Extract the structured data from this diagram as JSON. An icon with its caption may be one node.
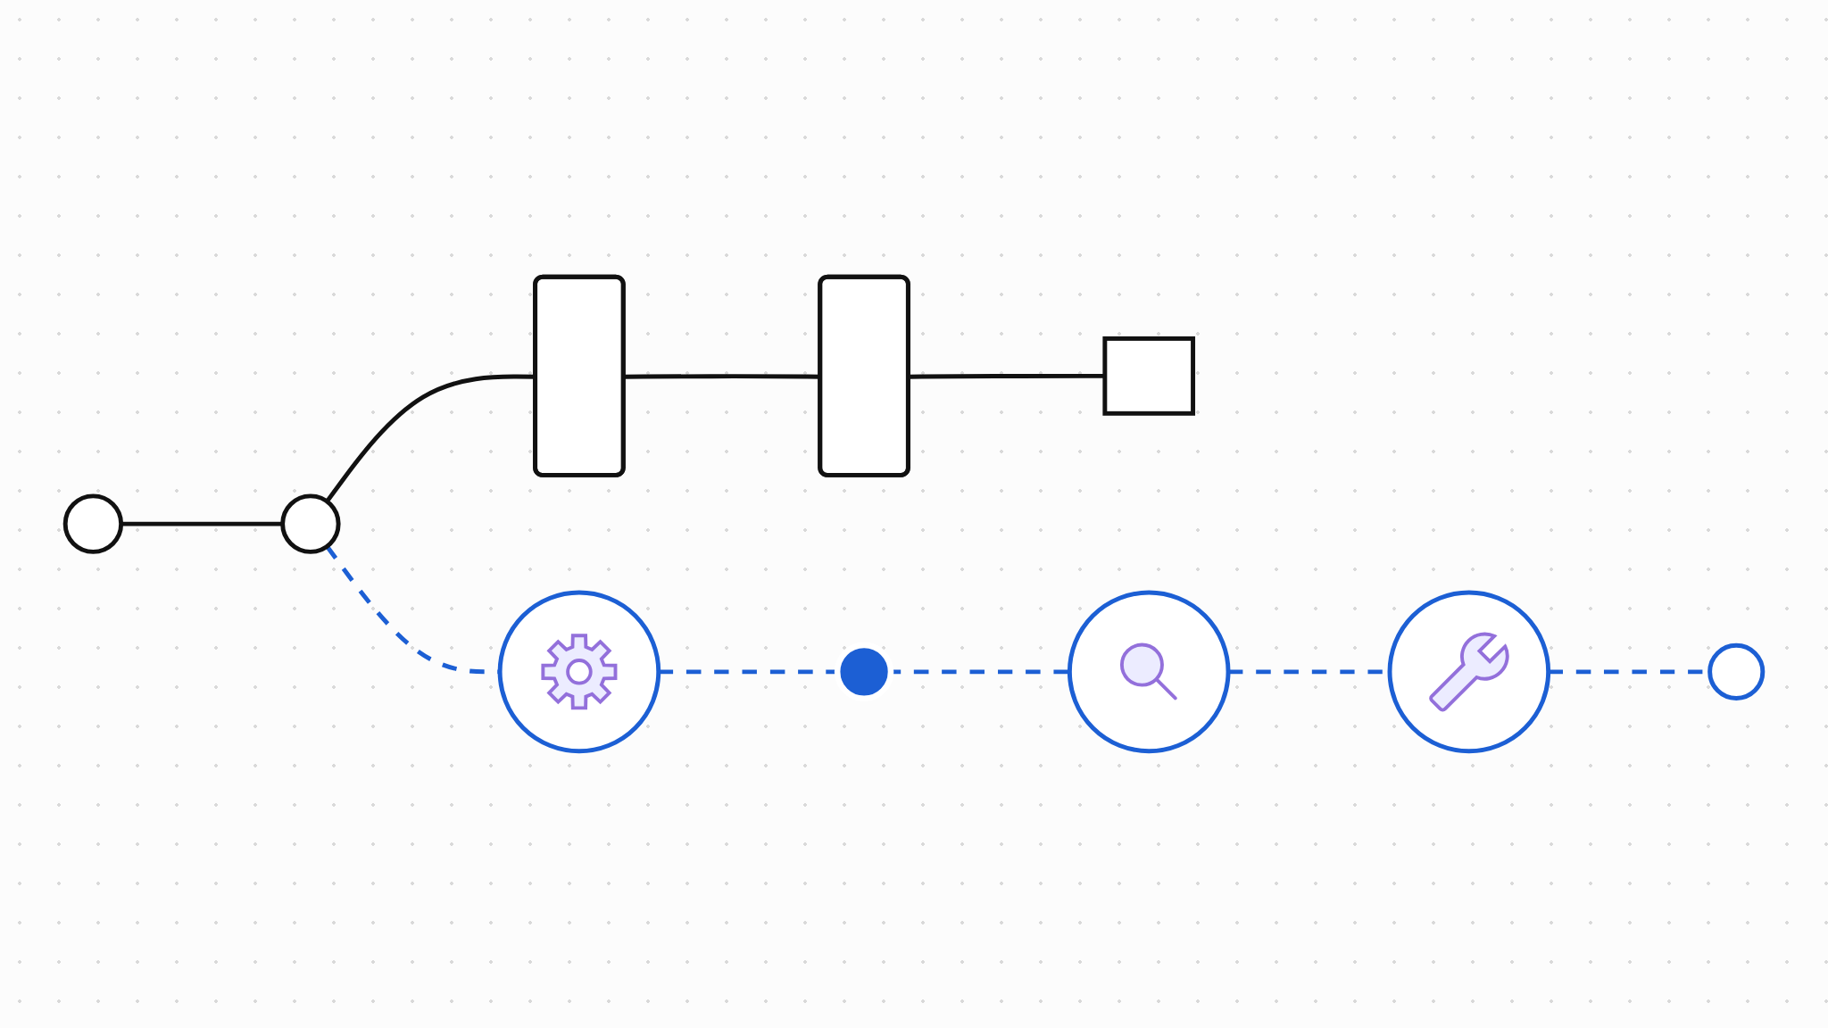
{
  "diagram": {
    "nodes": [
      {
        "text": [],
        "shape": "circle"
      },
      {
        "text": [],
        "shape": "circle"
      },
      {
        "text": [],
        "shape": "box"
      },
      {
        "text": [],
        "shape": "box"
      },
      {
        "text": [],
        "shape": "box"
      },
      {
        "text": [],
        "shape": "circle"
      },
      {
        "text": [],
        "shape": "circle"
      },
      {
        "text": [],
        "shape": "circle"
      },
      {
        "text": [],
        "shape": "circle"
      },
      {
        "text": [],
        "shape": "circle"
      }
    ],
    "edges": [
      {
        "from": 0,
        "to": 1,
        "arrow": "none",
        "color": "#111111"
      },
      {
        "from": 1,
        "to": 2,
        "arrow": "none",
        "color": "#111111"
      },
      {
        "from": 2,
        "to": 3,
        "arrow": "none",
        "color": "#111111"
      },
      {
        "from": 3,
        "to": 4,
        "arrow": "none",
        "color": "#111111"
      },
      {
        "from": 1,
        "to": 5,
        "arrow": "none",
        "style": "dashed",
        "color": "#1c5fd4"
      },
      {
        "from": 5,
        "to": 6,
        "arrow": "none",
        "style": "dashed",
        "color": "#1c5fd4"
      },
      {
        "from": 6,
        "to": 7,
        "arrow": "none",
        "style": "dashed",
        "color": "#1c5fd4"
      },
      {
        "from": 7,
        "to": 8,
        "arrow": "none",
        "style": "dashed",
        "color": "#1c5fd4"
      },
      {
        "from": 8,
        "to": 9,
        "arrow": "none",
        "style": "dashed",
        "color": "#1c5fd4"
      }
    ]
  }
}
